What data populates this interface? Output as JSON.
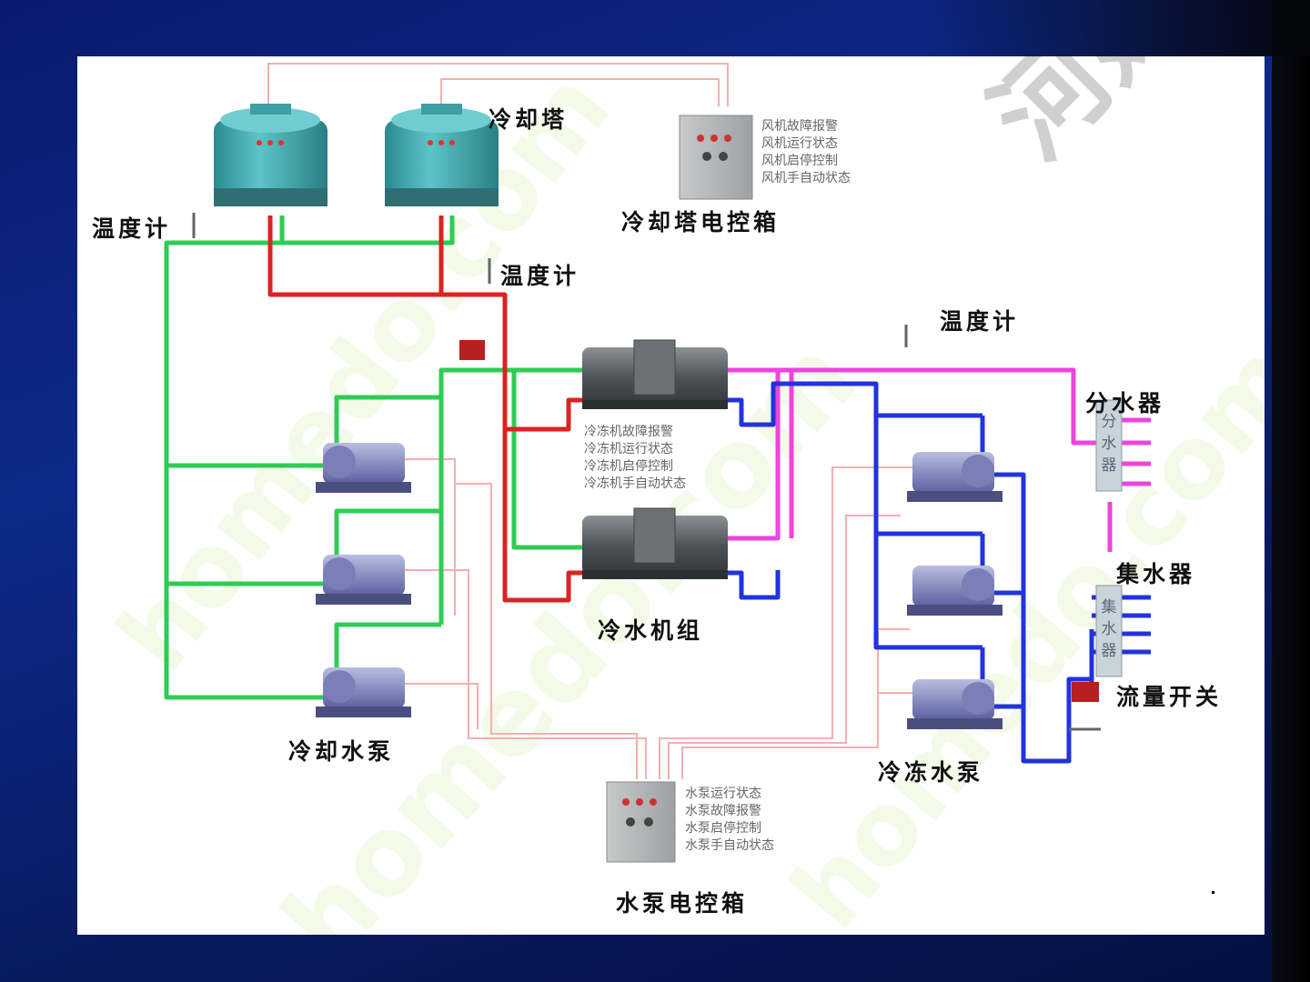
{
  "labels": {
    "cooling_tower": "冷却塔",
    "cooling_tower_panel": "冷却塔电控箱",
    "thermometer_1": "温度计",
    "thermometer_2": "温度计",
    "thermometer_3": "温度计",
    "chiller_unit": "冷水机组",
    "cooling_water_pump": "冷却水泵",
    "chilled_water_pump": "冷冻水泵",
    "water_distributor": "分水器",
    "water_collector": "集水器",
    "flow_switch": "流量开关",
    "pump_panel": "水泵电控箱"
  },
  "fan_status": [
    "风机故障报警",
    "风机运行状态",
    "风机启停控制",
    "风机手自动状态"
  ],
  "chiller_status": [
    "冷冻机故障报警",
    "冷冻机运行状态",
    "冷冻机启停控制",
    "冷冻机手自动状态"
  ],
  "pump_status": [
    "水泵运行状态",
    "水泵故障报警",
    "水泵启停控制",
    "水泵手自动状态"
  ],
  "distributor_tag": [
    "分",
    "水",
    "器"
  ],
  "collector_tag": [
    "集",
    "水",
    "器"
  ],
  "watermark": {
    "left": "homedo.com",
    "center": "homedo.com",
    "right": "河姆渡"
  },
  "colors": {
    "cooling_supply": "#2ecc55",
    "cooling_return": "#dd2222",
    "chilled_supply": "#ee44dd",
    "chilled_return": "#2233dd",
    "signal_wire": "#f2b0b0",
    "background": "#0d2a8a"
  }
}
